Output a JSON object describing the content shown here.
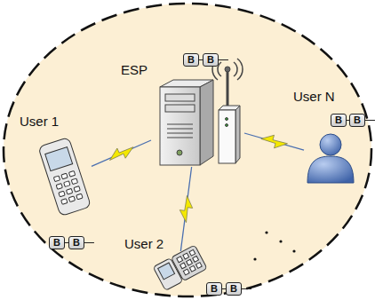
{
  "diagram": {
    "nodes": [
      {
        "text": [
          "ESP"
        ]
      },
      {
        "text": [
          "B"
        ]
      },
      {
        "text": [
          "B"
        ]
      },
      {
        "text": [
          "User 1"
        ]
      },
      {
        "text": [
          "B"
        ]
      },
      {
        "text": [
          "B"
        ]
      },
      {
        "text": [
          "User 2"
        ]
      },
      {
        "text": [
          "B"
        ]
      },
      {
        "text": [
          "B"
        ]
      },
      {
        "text": [
          "User N"
        ]
      },
      {
        "text": [
          "B"
        ]
      },
      {
        "text": [
          "B"
        ]
      }
    ],
    "edges": [
      {
        "from": 0,
        "to": 3,
        "arrow": "none"
      },
      {
        "from": 0,
        "to": 6,
        "arrow": "none"
      },
      {
        "from": 0,
        "to": 9,
        "arrow": "none"
      },
      {
        "from": 1,
        "to": 2,
        "arrow": "none"
      },
      {
        "from": 4,
        "to": 5,
        "arrow": "none"
      },
      {
        "from": 7,
        "to": 8,
        "arrow": "none"
      },
      {
        "from": 10,
        "to": 11,
        "arrow": "none"
      }
    ]
  }
}
